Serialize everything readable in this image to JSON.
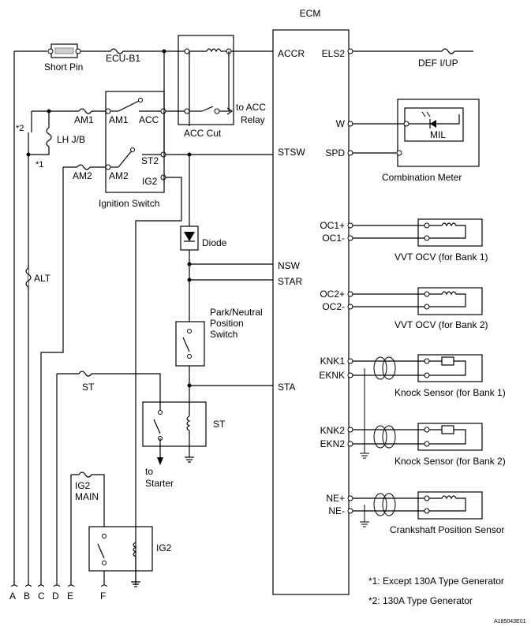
{
  "ecm": {
    "title": "ECM"
  },
  "ecm_pins_left": {
    "accr": "ACCR",
    "stsw": "STSW",
    "nsw": "NSW",
    "star": "STAR",
    "sta": "STA"
  },
  "ecm_pins_right": {
    "els2": "ELS2",
    "w": "W",
    "spd": "SPD",
    "oc1p": "OC1+",
    "oc1m": "OC1-",
    "oc2p": "OC2+",
    "oc2m": "OC2-",
    "knk1": "KNK1",
    "eknk": "EKNK",
    "knk2": "KNK2",
    "ekn2": "EKN2",
    "nep": "NE+",
    "nem": "NE-"
  },
  "labels": {
    "short_pin": "Short Pin",
    "ecu_b1": "ECU-B1",
    "am1_fuse": "AM1",
    "am1_contact": "AM1",
    "acc": "ACC",
    "to_acc": "to ACC",
    "relay": "Relay",
    "acc_cut": "ACC Cut",
    "lh_jb": "LH J/B",
    "star2": "*2",
    "star1": "*1",
    "am2_fuse": "AM2",
    "am2_contact": "AM2",
    "st2": "ST2",
    "ig2_contact": "IG2",
    "ignition_switch": "Ignition Switch",
    "diode": "Diode",
    "alt": "ALT",
    "pn_line1": "Park/Neutral",
    "pn_line2": "Position",
    "pn_line3": "Switch",
    "st_fuse": "ST",
    "st_relay": "ST",
    "to": "to",
    "starter": "Starter",
    "ig2_fuse_l1": "IG2",
    "ig2_fuse_l2": "MAIN",
    "ig2_relay": "IG2",
    "def_iup": "DEF I/UP",
    "combination_meter": "Combination Meter",
    "mil": "MIL",
    "vvt1": "VVT OCV (for Bank 1)",
    "vvt2": "VVT OCV (for Bank 2)",
    "knock1": "Knock Sensor (for Bank 1)",
    "knock2": "Knock Sensor (for Bank 2)",
    "crank": "Crankshaft Position Sensor"
  },
  "connectors": [
    "A",
    "B",
    "C",
    "D",
    "E",
    "F"
  ],
  "notes": {
    "n1": "*1: Except 130A Type Generator",
    "n2": "*2: 130A Type Generator"
  },
  "figure_code": "A185043E01"
}
